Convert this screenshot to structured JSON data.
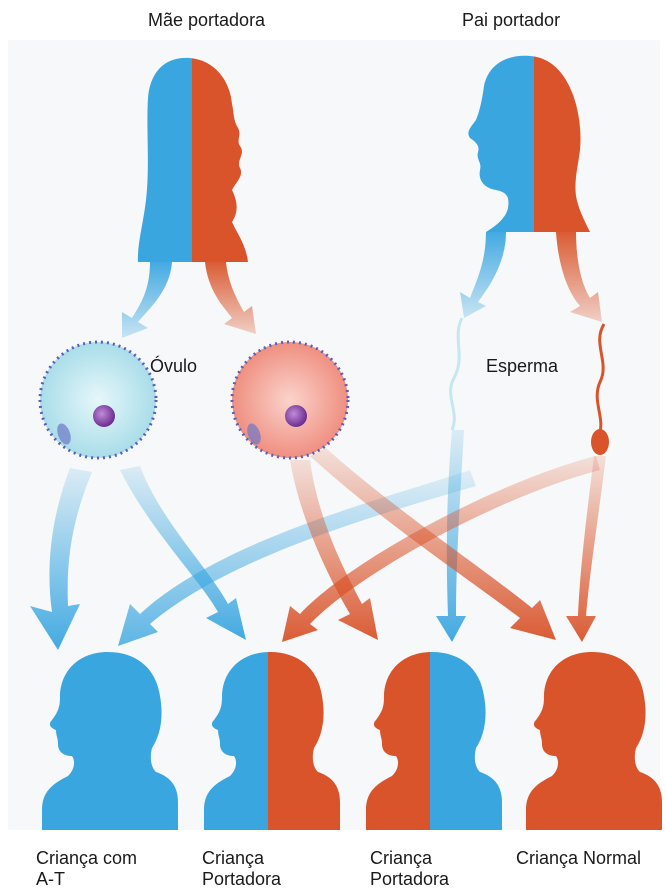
{
  "labels": {
    "mother": "Mãe portadora",
    "father": "Pai portador",
    "egg": "Óvulo",
    "sperm": "Esperma",
    "child1": "Criança com\nA-T",
    "child2": "Criança\nPortadora",
    "child3": "Criança\nPortadora",
    "child4": "Criança Normal"
  },
  "colors": {
    "affected_gene": "#3aa6e0",
    "normal_gene": "#d9542b",
    "egg_affected_fill": "#c9ecf3",
    "egg_normal_fill": "#f6b7ad",
    "nucleus": "#7b3fa0"
  }
}
